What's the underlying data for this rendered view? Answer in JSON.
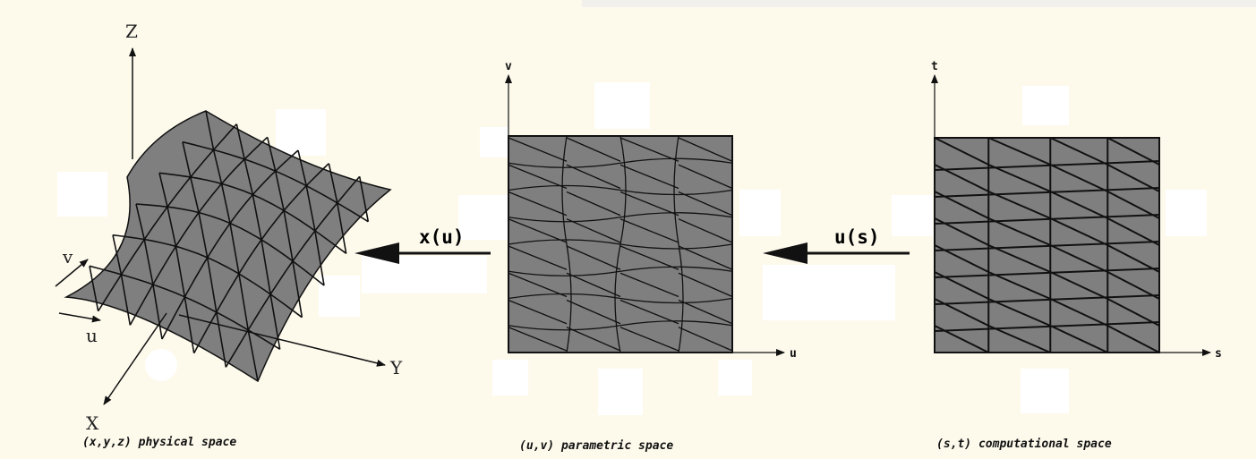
{
  "physical": {
    "axis_z": "Z",
    "axis_y": "Y",
    "axis_x": "X",
    "param_u": "u",
    "param_v": "v",
    "caption": "(x,y,z) physical space"
  },
  "parametric": {
    "axis_u": "u",
    "axis_v": "v",
    "caption": "(u,v) parametric space"
  },
  "computational": {
    "axis_s": "s",
    "axis_t": "t",
    "caption": "(s,t) computational space"
  },
  "maps": {
    "x_of_u": "x(u)",
    "u_of_s": "u(s)"
  },
  "colors": {
    "background": "#fdfaec",
    "mesh_fill": "#7f7f7f",
    "line": "#000000"
  }
}
